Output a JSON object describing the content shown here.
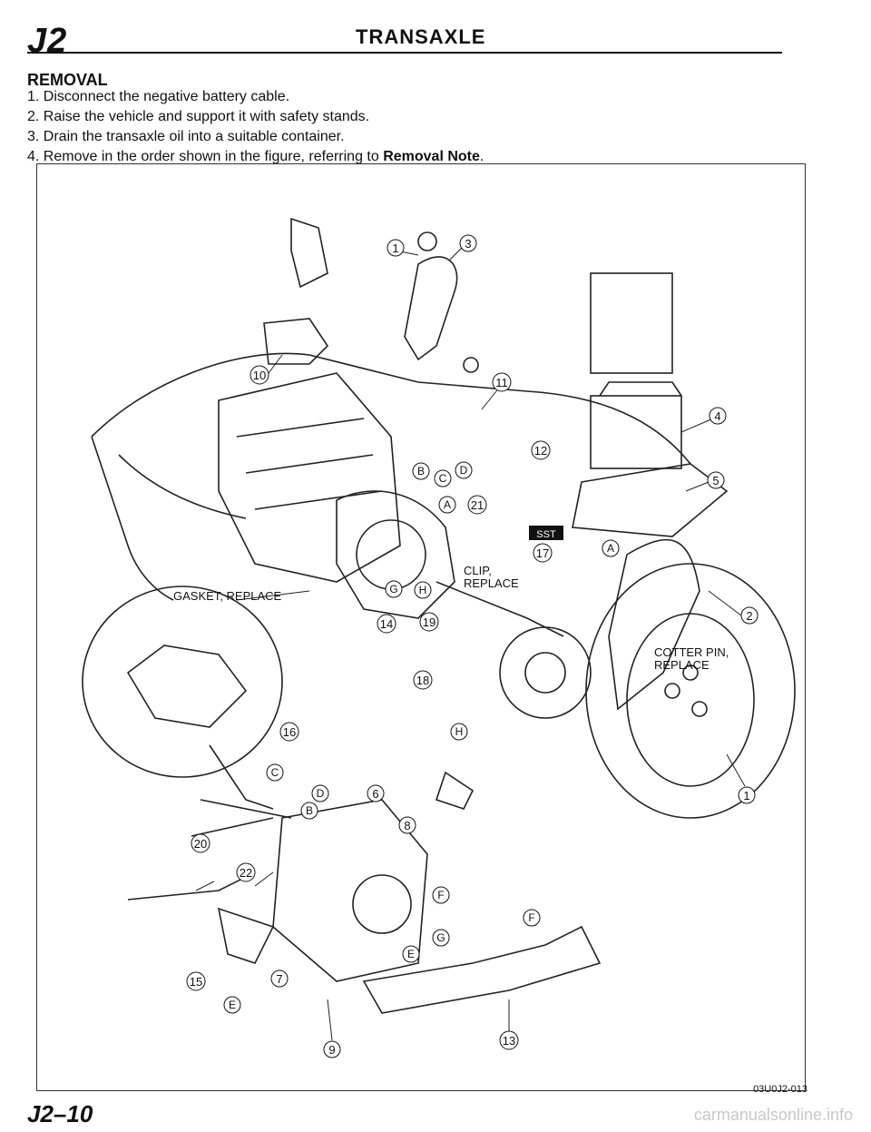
{
  "header": {
    "section_code": "J2",
    "title": "TRANSAXLE"
  },
  "removal": {
    "heading": "REMOVAL",
    "steps": [
      "1. Disconnect the negative battery cable.",
      "2. Raise the vehicle and support it with safety stands.",
      "3. Drain the transaxle oil into a suitable container."
    ],
    "step4_prefix": "4. Remove in the order shown in the figure, referring to ",
    "step4_bold": "Removal Note",
    "step4_suffix": "."
  },
  "figure": {
    "labels": {
      "gasket": "GASKET, REPLACE",
      "clip_line1": "CLIP,",
      "clip_line2": "REPLACE",
      "cotter_line1": "COTTER PIN,",
      "cotter_line2": "REPLACE",
      "sst": "SST"
    },
    "callouts": [
      "1",
      "3",
      "10",
      "11",
      "12",
      "4",
      "5",
      "2",
      "17",
      "21",
      "14",
      "19",
      "18",
      "16",
      "20",
      "22",
      "6",
      "8",
      "15",
      "7",
      "9",
      "13",
      "1",
      "A",
      "A",
      "B",
      "B",
      "C",
      "C",
      "D",
      "D",
      "E",
      "E",
      "F",
      "F",
      "G",
      "G",
      "H",
      "H"
    ],
    "code": "03U0J2-013"
  },
  "footer": {
    "page_number": "J2–10",
    "watermark": "carmanualsonline.info"
  }
}
